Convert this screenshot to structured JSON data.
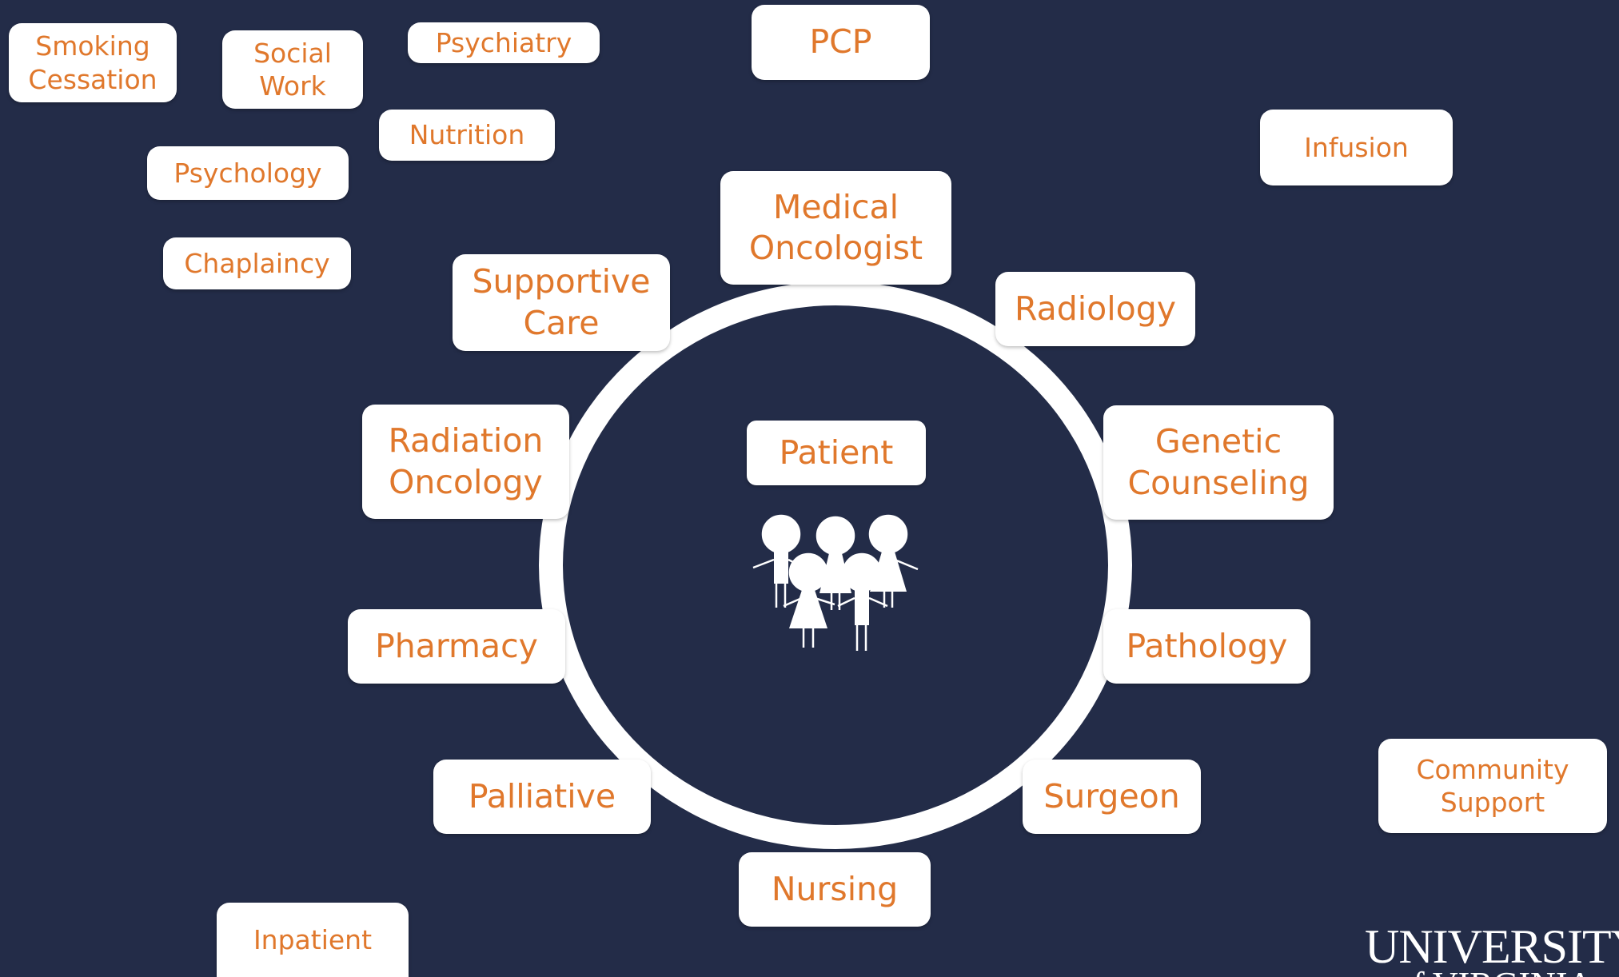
{
  "outer_boxes": {
    "smoking": "Smoking\nCessation",
    "social": "Social\nWork",
    "psychiatry": "Psychiatry",
    "nutrition": "Nutrition",
    "psychology": "Psychology",
    "chaplaincy": "Chaplaincy",
    "pcp": "PCP",
    "infusion": "Infusion",
    "community": "Community\nSupport",
    "inpatient": "Inpatient"
  },
  "ring_boxes": {
    "medical_oncologist": "Medical\nOncologist",
    "radiology": "Radiology",
    "genetic": "Genetic\nCounseling",
    "pathology": "Pathology",
    "surgeon": "Surgeon",
    "nursing": "Nursing",
    "palliative": "Palliative",
    "pharmacy": "Pharmacy",
    "radiation_oncology": "Radiation\nOncology",
    "supportive_care": "Supportive\nCare"
  },
  "center": {
    "patient": "Patient",
    "icon": "family-icon"
  },
  "logo": {
    "line1": "UNIVERSITY",
    "line2": "of VIRGINIA"
  },
  "colors": {
    "background": "#232c48",
    "box": "#ffffff",
    "text": "#e0782c"
  }
}
